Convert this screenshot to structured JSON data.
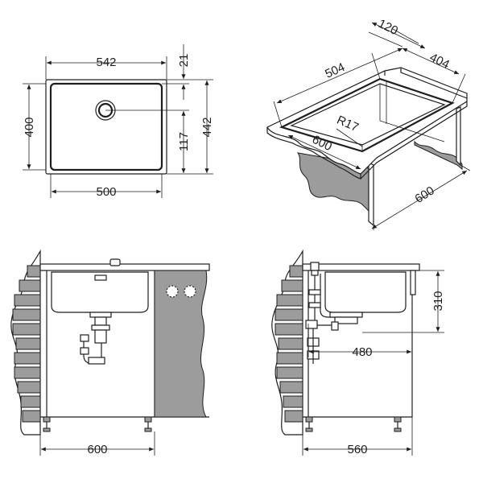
{
  "views": {
    "top": {
      "overall_width": "542",
      "bowl_width": "500",
      "bowl_depth": "400",
      "overall_depth": "442",
      "rim_offset": "21",
      "drain_offset": "117"
    },
    "iso": {
      "depth": "120",
      "bowl_length": "504",
      "bowl_width": "404",
      "corner_radius": "R17",
      "cabinet_width": "600",
      "cabinet_depth": "600"
    },
    "front": {
      "cabinet_width": "600"
    },
    "side": {
      "drain_height": "310",
      "drain_distance": "480",
      "cabinet_depth": "560"
    }
  }
}
